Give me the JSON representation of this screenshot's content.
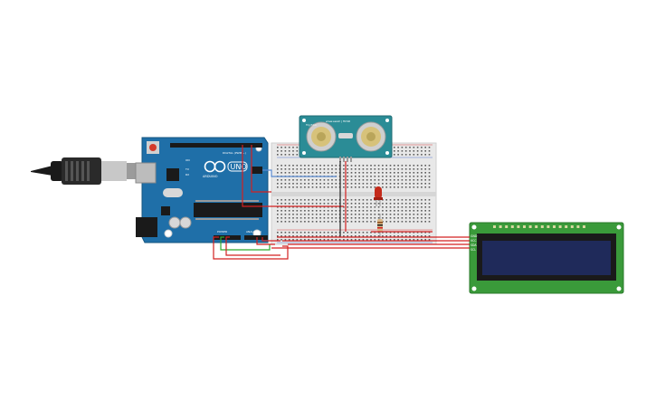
{
  "arduino": {
    "logo_text": "UNO",
    "brand_text": "ARDUINO",
    "digital_label": "DIGITAL (PWM ~)",
    "power_label": "POWER",
    "analog_label": "ANALOG IN",
    "on_label": "ON",
    "tx_label": "TX",
    "rx_label": "RX"
  },
  "sensor": {
    "model_label": "www.ewall | HCSR",
    "pin_label": "Trig  Echo"
  },
  "lcd": {
    "pin_labels": [
      "GND",
      "VCC",
      "SDA",
      "SCL"
    ]
  },
  "colors": {
    "arduino_board": "#1f6fa8",
    "breadboard": "#e6e6e6",
    "sensor_board": "#2b8c96",
    "lcd_board": "#3a9a3a",
    "lcd_screen": "#1f2a5a",
    "wire_red": "#d32020",
    "wire_green": "#2faa2f",
    "wire_black": "#222222",
    "wire_blue": "#5a8ad0",
    "led": "#c42a1a"
  }
}
